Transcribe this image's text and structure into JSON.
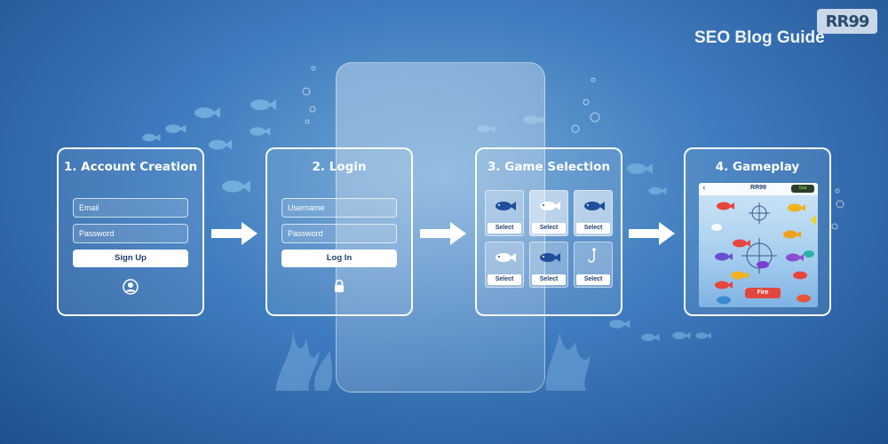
{
  "logo": {
    "text": "RR99"
  },
  "guide_title": "SEO Blog Guide",
  "steps": [
    {
      "title": "1. Account Creation",
      "fields": [
        {
          "placeholder": "Email"
        },
        {
          "placeholder": "Password"
        }
      ],
      "button": "Sign Up",
      "icon": "user-icon"
    },
    {
      "title": "2. Login",
      "fields": [
        {
          "placeholder": "Username"
        },
        {
          "placeholder": "Password"
        }
      ],
      "button": "Log In",
      "icon": "lock-icon"
    },
    {
      "title": "3. Game Selection",
      "tiles": [
        {
          "icon": "fish-icon",
          "button": "Select"
        },
        {
          "icon": "fish-icon",
          "button": "Select"
        },
        {
          "icon": "fish-icon",
          "button": "Select"
        },
        {
          "icon": "fish-icon",
          "button": "Select"
        },
        {
          "icon": "fish-icon",
          "button": "Select"
        },
        {
          "icon": "hook-icon",
          "button": "Select"
        }
      ]
    },
    {
      "title": "4. Gameplay",
      "game": {
        "title": "RR99",
        "score_label": "Stat",
        "fire_label": "Fire"
      }
    }
  ],
  "colors": {
    "card_border": "#ffffff",
    "button_text": "#1e3f6d",
    "fire": "#e2473f"
  }
}
